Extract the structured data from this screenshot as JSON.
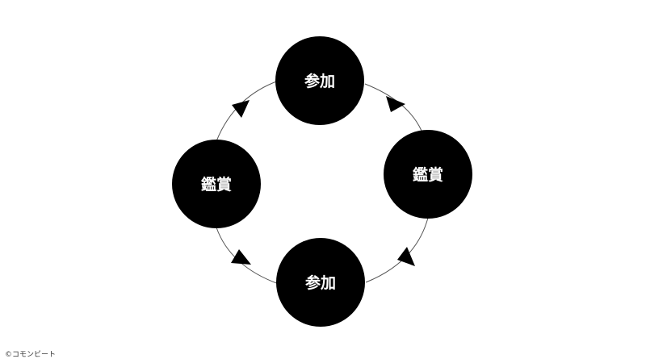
{
  "diagram": {
    "nodes": [
      {
        "id": "top",
        "label": "参加"
      },
      {
        "id": "right",
        "label": "鑑賞"
      },
      {
        "id": "bottom",
        "label": "参加"
      },
      {
        "id": "left",
        "label": "鑑賞"
      }
    ],
    "edges": [
      {
        "from": "top",
        "to": "right"
      },
      {
        "from": "right",
        "to": "bottom"
      },
      {
        "from": "bottom",
        "to": "left"
      },
      {
        "from": "left",
        "to": "top"
      }
    ],
    "colors": {
      "node_fill": "#000000",
      "node_text": "#ffffff",
      "line": "#555555",
      "arrow": "#000000",
      "background": "#ffffff"
    }
  },
  "footer": {
    "copyright": "©コモンビート"
  }
}
